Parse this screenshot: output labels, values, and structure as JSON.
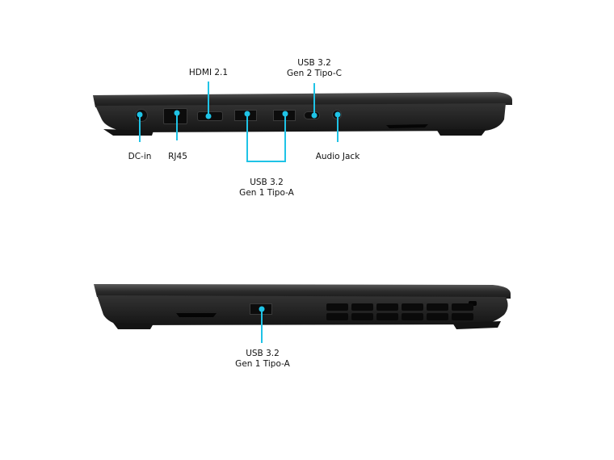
{
  "top_view": {
    "side": "left",
    "labels": {
      "hdmi": "HDMI 2.1",
      "usb_c_line1": "USB 3.2",
      "usb_c_line2": "Gen 2 Tipo-C",
      "dc_in": "DC-in",
      "rj45": "RJ45",
      "audio": "Audio Jack",
      "usb_a_line1": "USB 3.2",
      "usb_a_line2": "Gen 1 Tipo-A"
    }
  },
  "bottom_view": {
    "side": "right",
    "labels": {
      "usb_a_line1": "USB 3.2",
      "usb_a_line2": "Gen 1 Tipo-A"
    }
  },
  "colors": {
    "callout": "#1fc3e6",
    "chassis": "#2a2a2a",
    "background": "#ffffff"
  }
}
